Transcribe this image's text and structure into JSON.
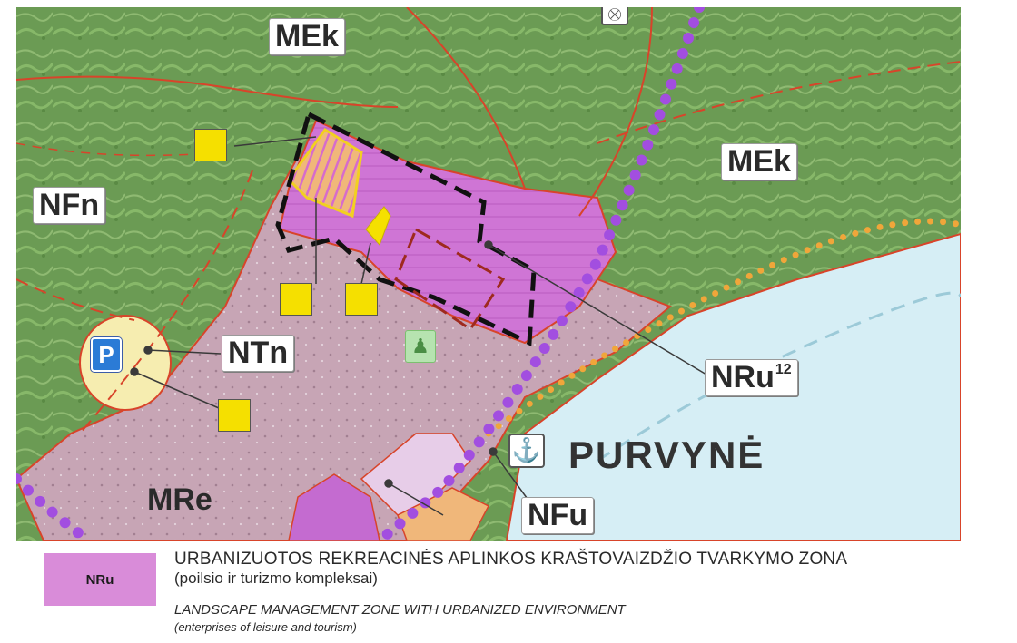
{
  "map": {
    "zone_labels": {
      "mek_top": "MEk",
      "mek_right": "MEk",
      "nfn": "NFn",
      "ntn": "NTn",
      "nru_main": "NRu",
      "nru_sup": "12",
      "nfu": "NFu",
      "mre": "MRe"
    },
    "place_name": "PURVYNĖ",
    "icons": {
      "parking": "P",
      "anchor": "⚓",
      "beach": "♟",
      "top": "⛒"
    }
  },
  "legend": {
    "swatch_label": "NRu",
    "swatch_color": "#d98cd9",
    "title_lt": "URBANIZUOTOS REKREACINĖS APLINKOS KRAŠTOVAIZDŽIO TVARKYMO ZONA",
    "subtitle_lt": "(poilsio ir turizmo kompleksai)",
    "title_en": "LANDSCAPE MANAGEMENT ZONE WITH URBANIZED ENVIRONMENT",
    "subtitle_en": "(enterprises of leisure and tourism)"
  },
  "colors": {
    "forest": "#6a9a52",
    "urban_zone": "#d27ad6",
    "residential": "#c9a6b4",
    "water": "#d6eef5",
    "purple_route": "#a24ee0",
    "orange_route": "#f0a63a",
    "boundary": "#d8442a"
  }
}
